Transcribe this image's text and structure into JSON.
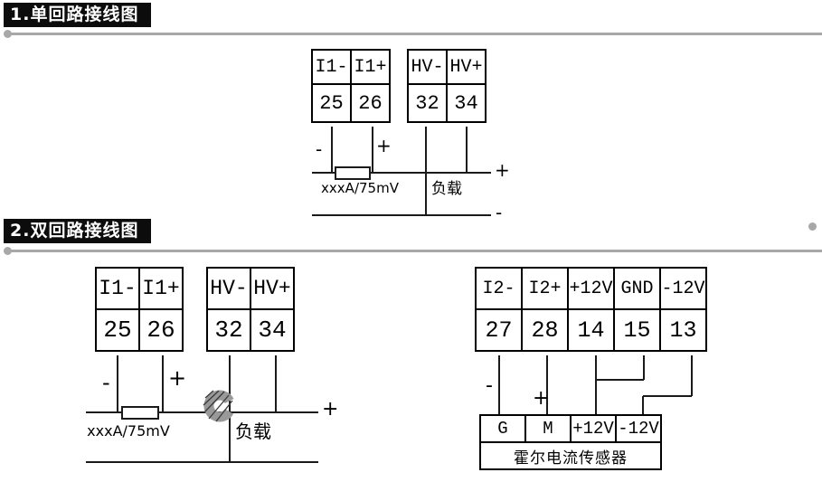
{
  "s1": {
    "title": "1.单回路接线图",
    "i1_labels": [
      "I1-",
      "I1+"
    ],
    "i1_terms": [
      "25",
      "26"
    ],
    "hv_labels": [
      "HV-",
      "HV+"
    ],
    "hv_terms": [
      "32",
      "34"
    ],
    "wire_minus": "-",
    "wire_plus": "+",
    "shunt_label": "xxxA/75mV",
    "load_label": "负载",
    "bus_plus": "+",
    "bus_minus": "-"
  },
  "s2": {
    "title": "2.双回路接线图",
    "i1_labels": [
      "I1-",
      "I1+"
    ],
    "i1_terms": [
      "25",
      "26"
    ],
    "hv_labels": [
      "HV-",
      "HV+"
    ],
    "hv_terms": [
      "32",
      "34"
    ],
    "wire_minus": "-",
    "wire_plus": "+",
    "shunt_label": "xxxA/75mV",
    "load_label": "负载",
    "bus_plus": "+",
    "i2_labels": [
      "I2-",
      "I2+",
      "+12V",
      "GND",
      "-12V"
    ],
    "i2_terms": [
      "27",
      "28",
      "14",
      "15",
      "13"
    ],
    "i2_minus": "-",
    "i2_plus": "+",
    "sensor_pins": [
      "G",
      "M",
      "+12V",
      "-12V"
    ],
    "sensor_name": "霍尔电流传感器"
  },
  "colors": {
    "wire": "#1a1a1a",
    "separator": "#a8a8a8",
    "header_bg": "#0c0c0c",
    "clamp": "#999999"
  }
}
